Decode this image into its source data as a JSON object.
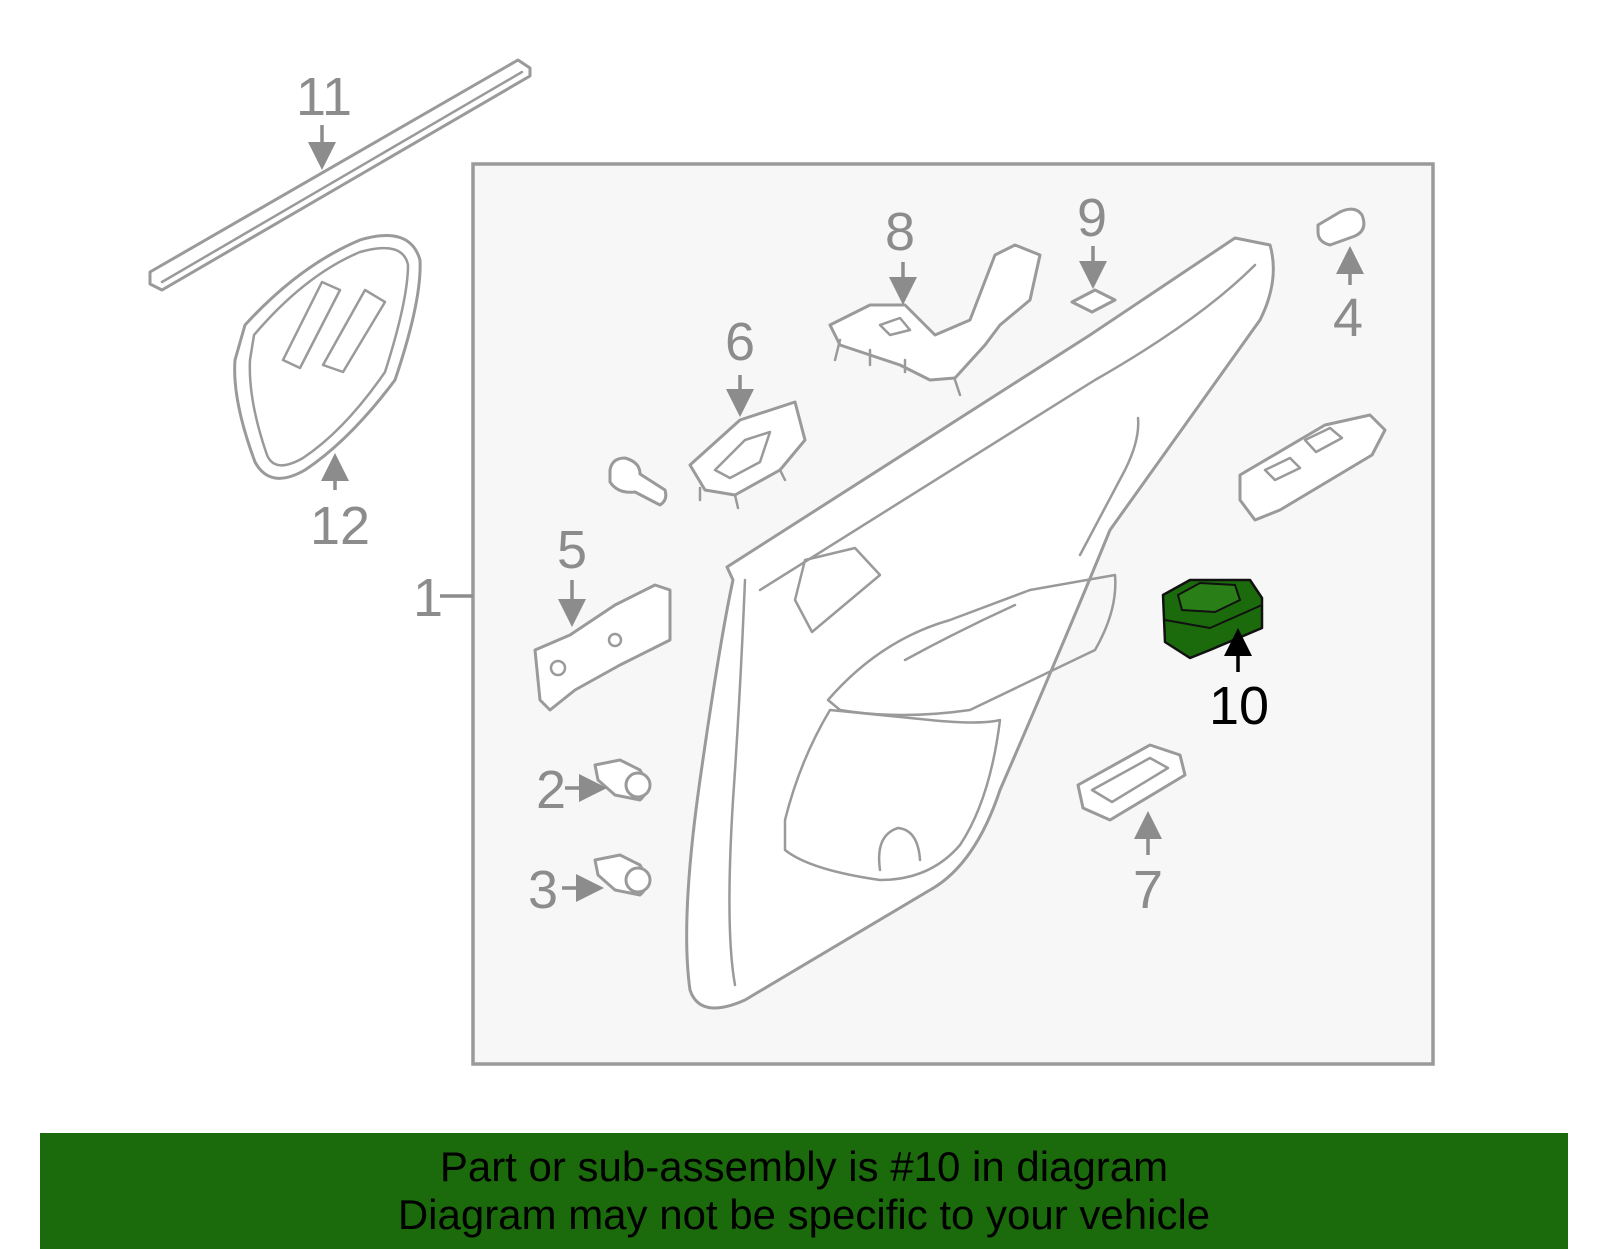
{
  "colors": {
    "highlight": "#1b6b0c",
    "banner_bg": "#1b6b0c",
    "part_stroke": "#9a9a9a",
    "panel_bg": "#f7f7f7",
    "label_gray": "#8c8c8c"
  },
  "callouts": {
    "c1": "1",
    "c2": "2",
    "c3": "3",
    "c4": "4",
    "c5": "5",
    "c6": "6",
    "c7": "7",
    "c8": "8",
    "c9": "9",
    "c10": "10",
    "c11": "11",
    "c12": "12"
  },
  "highlighted_part": "10",
  "banner": {
    "line1": "Part or sub-assembly is #10 in diagram",
    "line2": "Diagram may not be specific to your vehicle"
  }
}
